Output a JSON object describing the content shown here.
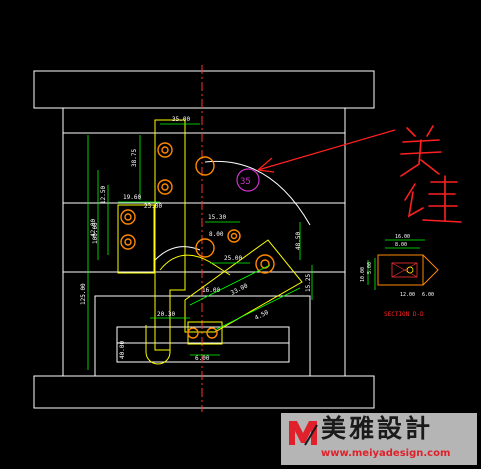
{
  "drawing": {
    "background_color": "#000000",
    "outline_color": "#ffffff",
    "dimension_color": "#00ff00",
    "part_color": "#ffff00",
    "hole_color": "#ff8800",
    "centerline_color": "#ff3030",
    "highlight_color": "#cc33cc",
    "annotation_color": "#ff2020",
    "circle_label": "35",
    "dimensions": {
      "top": "35.00",
      "a": "38.75",
      "b": "19.60",
      "c": "12.50",
      "d": "42.00",
      "e": "23.00",
      "f": "15.30",
      "g": "8.00",
      "h": "25.00",
      "i": "48.50",
      "j": "15.25",
      "k": "16.00",
      "l": "33.00",
      "m": "4.50",
      "n": "125.00",
      "o": "100.00",
      "p": "20.30",
      "q": "6.00",
      "r": "40.00"
    },
    "section": {
      "label": "SECTION D-D",
      "dims": [
        "16.00",
        "8.00",
        "10.00",
        "5.00",
        "12.00",
        "6.00"
      ]
    }
  },
  "handwritten_note": "关键",
  "watermark": {
    "brand": "美雅設計",
    "url": "www.meiyadesign.com",
    "logo_letter": "M"
  }
}
